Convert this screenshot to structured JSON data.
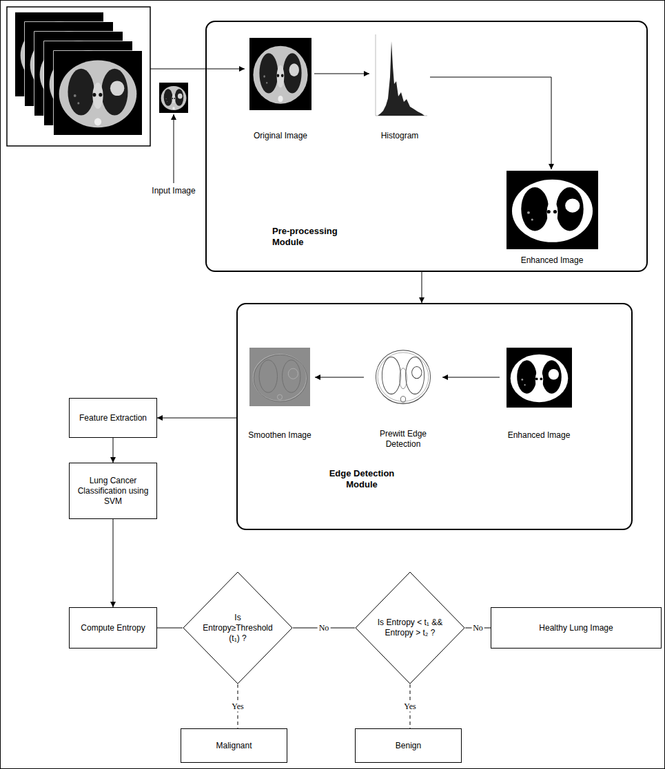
{
  "diagram": {
    "nodes": [
      {
        "text": [
          "Pre-processing Module"
        ]
      },
      {
        "text": [
          "Original Image"
        ],
        "in": 0
      },
      {
        "text": [
          "Histogram"
        ],
        "in": 0
      },
      {
        "text": [
          "Enhanced Image"
        ],
        "in": 0
      },
      {
        "text": [
          "Edge Detection Module"
        ]
      },
      {
        "text": [
          "Smoothen Image"
        ],
        "in": 4
      },
      {
        "text": [
          "Prewitt Edge Detection"
        ],
        "in": 4
      },
      {
        "text": [
          "Enhanced Image"
        ],
        "in": 4
      },
      {
        "text": [
          "Feature Extraction"
        ]
      },
      {
        "text": [
          "Lung Cancer Classification using SVM"
        ]
      },
      {
        "text": [
          "Compute Entropy"
        ]
      },
      {
        "text": [
          "Is Entropy≥Threshold (t₁) ?"
        ]
      },
      {
        "text": [
          "Is Entropy < t₁ && Entropy > t₂ ?"
        ]
      },
      {
        "text": [
          "Healthy Lung Image"
        ]
      },
      {
        "text": [
          "Malignant"
        ]
      },
      {
        "text": [
          "Benign"
        ]
      }
    ],
    "edges": [
      {
        "from": 1,
        "to": 2,
        "arrow": "to"
      },
      {
        "from": 2,
        "to": 3,
        "arrow": "to"
      },
      {
        "from": 0,
        "to": 4,
        "arrow": "to"
      },
      {
        "from": 7,
        "to": 6,
        "arrow": "to"
      },
      {
        "from": 6,
        "to": 5,
        "arrow": "to"
      },
      {
        "from": 4,
        "to": 8,
        "arrow": "to"
      },
      {
        "from": 8,
        "to": 9,
        "arrow": "to"
      },
      {
        "from": 9,
        "to": 10,
        "arrow": "to"
      },
      {
        "from": 10,
        "to": 11,
        "arrow": "none"
      },
      {
        "from": 11,
        "to": 12,
        "label": "No",
        "arrow": "none"
      },
      {
        "from": 12,
        "to": 13,
        "label": "No",
        "arrow": "none"
      },
      {
        "from": 11,
        "to": 14,
        "label": "Yes",
        "arrow": "none"
      },
      {
        "from": 12,
        "to": 15,
        "label": "Yes",
        "arrow": "none"
      }
    ],
    "labels": [
      "Input Image"
    ]
  }
}
